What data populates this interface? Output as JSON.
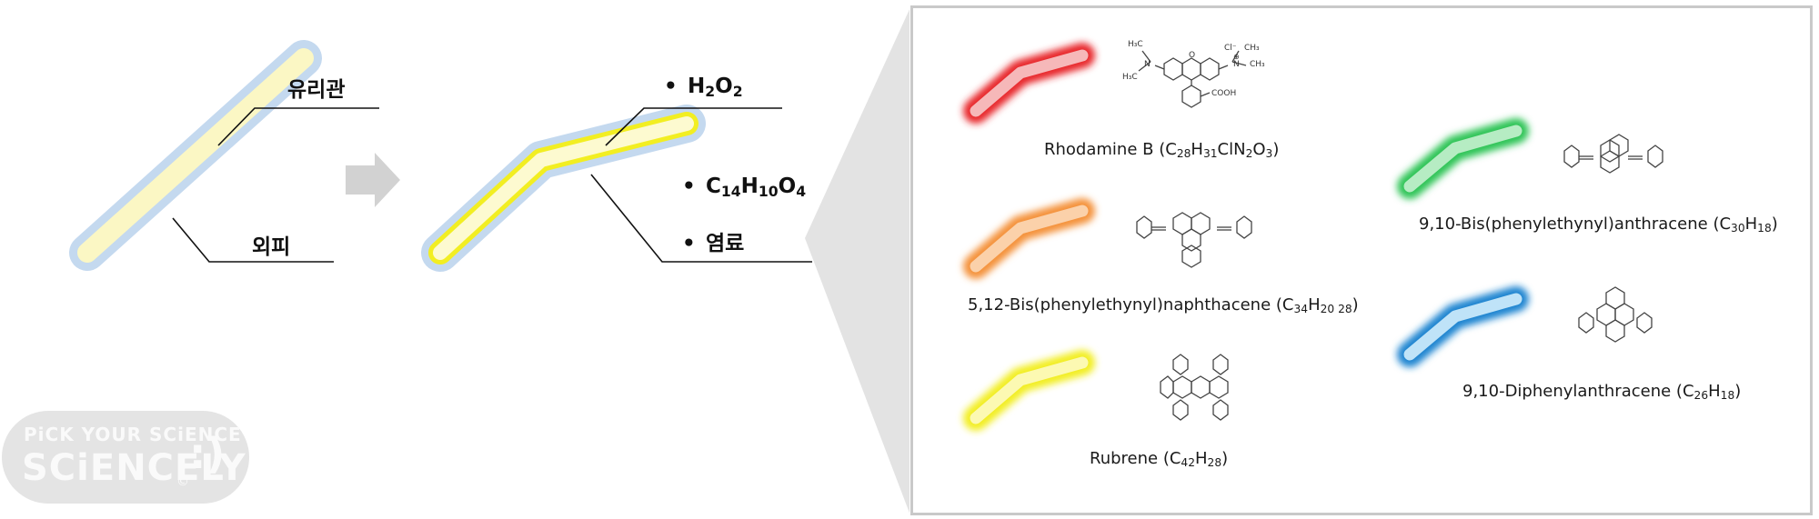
{
  "labels": {
    "glass_tube": "유리관",
    "outer_shell": "외피",
    "dye": "염료"
  },
  "reagents": {
    "h2o2": {
      "main": "H",
      "s1": "2",
      "m2": "O",
      "s2": "2"
    },
    "cppo": {
      "m1": "C",
      "s1": "14",
      "m2": "H",
      "s2": "10",
      "m3": "O",
      "s3": "4"
    }
  },
  "dyes": [
    {
      "name": "Rhodamine B",
      "color": "#e8262c",
      "formula": {
        "m1": "C",
        "s1": "28",
        "m2": "H",
        "s2": "31",
        "m3": "ClN",
        "s3": "2",
        "m4": "O",
        "s4": "3"
      }
    },
    {
      "name": "5,12-Bis(phenylethynyl)naphthacene",
      "color": "#f4923a",
      "formula": {
        "m1": "C",
        "s1": "34",
        "m2": "H",
        "s2": "20 28"
      }
    },
    {
      "name": "Rubrene",
      "color": "#f2ee22",
      "formula": {
        "m1": "C",
        "s1": "42",
        "m2": "H",
        "s2": "28"
      }
    },
    {
      "name": "9,10-Bis(phenylethynyl)anthracene",
      "color": "#2fc456",
      "formula": {
        "m1": "C",
        "s1": "30",
        "m2": "H",
        "s2": "18"
      }
    },
    {
      "name": "9,10-Diphenylanthracene",
      "color": "#1e84d0",
      "formula": {
        "m1": "C",
        "s1": "26",
        "m2": "H",
        "s2": "18"
      }
    }
  ],
  "structure_text": {
    "cl": "Cl⁻",
    "plus": "⊕",
    "h3c_a": "H₃C",
    "h3c_b": "H₃C",
    "ch3_a": "CH₃",
    "ch3_b": "CH₃",
    "n_a": "N",
    "n_b": "N",
    "o": "O",
    "cooh": "COOH"
  },
  "logo": {
    "line1": "PiCK YOUR SCiENCE",
    "line2": "SCiENCELY",
    "face": ":)",
    "copy": "©"
  },
  "colors": {
    "shell": "#c4d9ef",
    "inner": "#fbf7c4",
    "glow": "#f2ee22",
    "panel_border": "#c9c9c9",
    "connector": "#e3e3e3",
    "arrow": "#d2d2d2"
  }
}
